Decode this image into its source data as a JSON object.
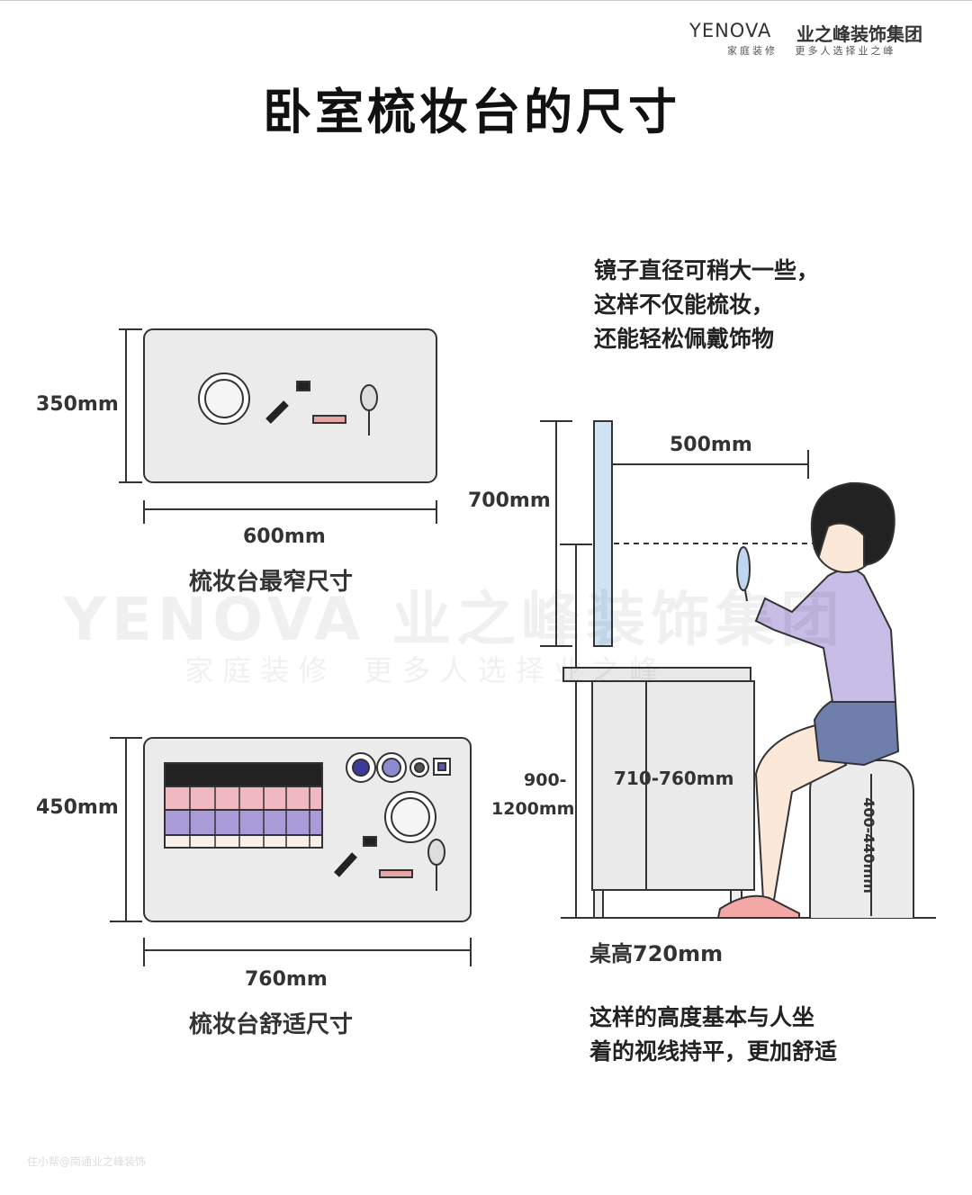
{
  "logo": {
    "brand_en": "YENOVA",
    "brand_cn": "业之峰装饰集团",
    "slogan": "家庭装修   更多人选择业之峰"
  },
  "title": "卧室梳妆台的尺寸",
  "narrow": {
    "depth": "350mm",
    "width": "600mm",
    "caption": "梳妆台最窄尺寸"
  },
  "comfort": {
    "depth": "450mm",
    "width": "760mm",
    "caption": "梳妆台舒适尺寸"
  },
  "side": {
    "note_top": "镜子直径可稍大一些，\n这样不仅能梳妆，\n还能轻松佩戴饰物",
    "distance": "500mm",
    "mirror_height": "700mm",
    "height_range_a": "900-",
    "height_range_b": "1200mm",
    "cabinet_height": "710-760mm",
    "stool_height": "400-440mm",
    "desk_height": "桌高720mm",
    "note_bottom": "这样的高度基本与人坐\n着的视线持平，更加舒适"
  },
  "watermark": {
    "main": "YENOVA 业之峰装饰集团",
    "sub": "家 庭 装 修    更 多 人 选 择 业 之 峰",
    "source": "住小帮@南通业之峰装饰"
  }
}
